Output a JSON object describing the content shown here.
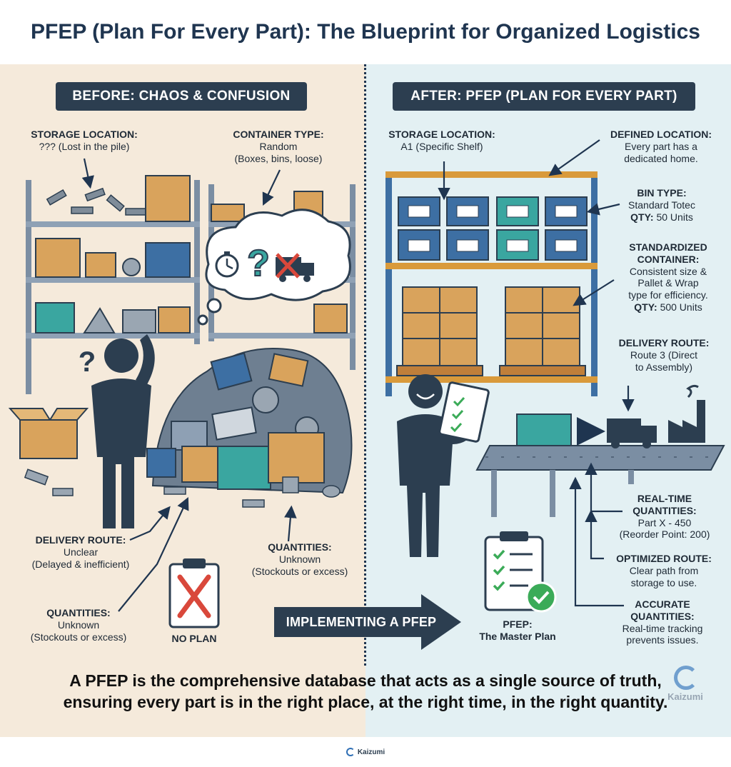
{
  "title": "PFEP (Plan For Every Part): The Blueprint for Organized Logistics",
  "before": {
    "header": "BEFORE: CHAOS & CONFUSION",
    "storage_location": {
      "heading": "STORAGE LOCATION:",
      "body": "??? (Lost in the pile)"
    },
    "container_type": {
      "heading": "CONTAINER TYPE:",
      "line1": "Random",
      "line2": "(Boxes, bins, loose)"
    },
    "delivery_route": {
      "heading": "DELIVERY ROUTE:",
      "line1": "Unclear",
      "line2": "(Delayed & inefficient)"
    },
    "quantities_right": {
      "heading": "QUANTITIES:",
      "line1": "Unknown",
      "line2": "(Stockouts or excess)"
    },
    "quantities_left": {
      "heading": "QUANTITIES:",
      "line1": "Unknown",
      "line2": "(Stockouts or excess)"
    },
    "no_plan": "NO PLAN",
    "question_mark": "?",
    "thought_question": "?"
  },
  "after": {
    "header": "AFTER: PFEP (PLAN FOR EVERY PART)",
    "storage_location": {
      "heading": "STORAGE LOCATION:",
      "body": "A1 (Specific Shelf)"
    },
    "defined_location": {
      "heading": "DEFINED LOCATION:",
      "line1": "Every part has a",
      "line2": "dedicated home."
    },
    "bin_type": {
      "heading": "BIN TYPE:",
      "line1": "Standard Totec",
      "qty_label": "QTY:",
      "qty_value": "50 Units"
    },
    "standardized_container": {
      "heading1": "STANDARDIZED",
      "heading2": "CONTAINER:",
      "line1": "Consistent size &",
      "line2": "Pallet & Wrap",
      "line3": "type for efficiency.",
      "qty_label": "QTY:",
      "qty_value": "500 Units"
    },
    "delivery_route": {
      "heading": "DELIVERY ROUTE:",
      "line1": "Route 3 (Direct",
      "line2": "to Assembly)"
    },
    "real_time": {
      "heading1": "REAL-TIME",
      "heading2": "QUANTITIES:",
      "line1": "Part X - 450",
      "line2": "(Reorder Point: 200)"
    },
    "optimized_route": {
      "heading": "OPTIMIZED ROUTE:",
      "line1": "Clear path from",
      "line2": "storage to use."
    },
    "accurate": {
      "heading1": "ACCURATE",
      "heading2": "QUANTITIES:",
      "line1": "Real-time tracking",
      "line2": "prevents issues."
    },
    "pfep": {
      "line1": "PFEP:",
      "line2": "The Master Plan"
    }
  },
  "transition": "IMPLEMENTING A PFEP",
  "summary": {
    "line1": "A PFEP is the comprehensive database that acts as a single source of truth,",
    "line2": "ensuring every part is in the right place, at the right time, in the right quantity."
  },
  "brand": "Kaizumi",
  "colors": {
    "navy": "#2c3e50",
    "before_bg": "#f5eadb",
    "after_bg": "#e3f0f3",
    "blue_bin": "#3d6fa3",
    "teal_bin": "#3aa6a0",
    "box": "#d9a35c",
    "check_green": "#3bab58",
    "cross_red": "#d9483b"
  }
}
